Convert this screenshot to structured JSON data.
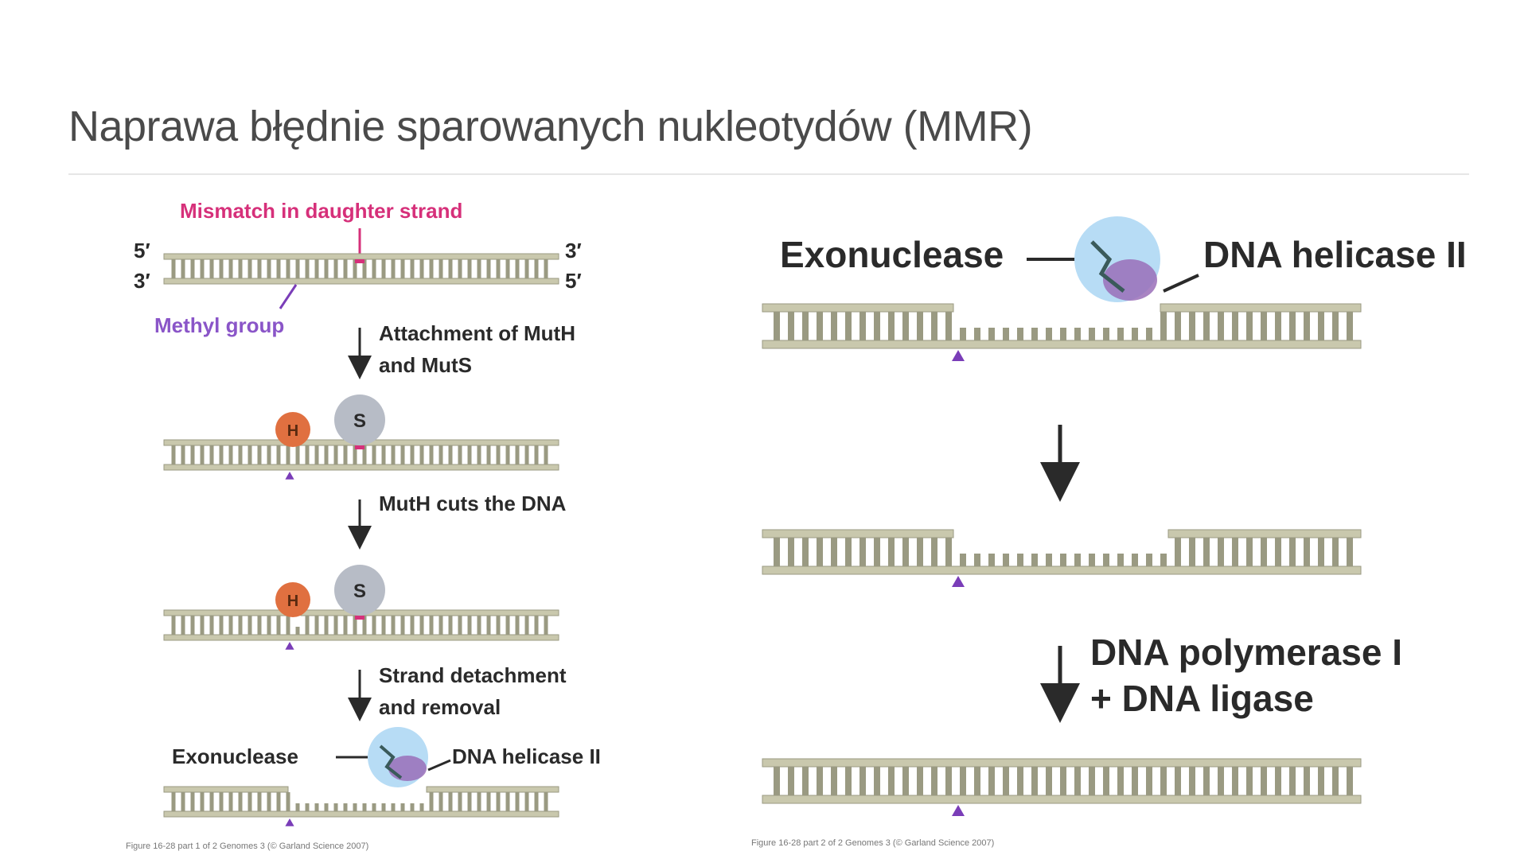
{
  "title": "Naprawa błędnie sparowanych nukleotydów (MMR)",
  "colors": {
    "strand": "#c9c8ad",
    "strand_edge": "#9a9a82",
    "mismatch": "#d6307a",
    "methyl": "#7a3db8",
    "muth": "#e07040",
    "muts": "#b7bcc6",
    "protein_bubble": "#b7dcf5",
    "text": "#2a2a2a"
  },
  "left": {
    "mismatch_label": "Mismatch in daughter strand",
    "methyl_label": "Methyl group",
    "five_prime": "5′",
    "three_prime": "3′",
    "step1_line1": "Attachment of MutH",
    "step1_line2": "and MutS",
    "muth_letter": "H",
    "muts_letter": "S",
    "step2": "MutH cuts the DNA",
    "step3_line1": "Strand detachment",
    "step3_line2": "and removal",
    "exonuclease": "Exonuclease",
    "helicase": "DNA helicase II",
    "caption": "Figure 16-28 part 1 of 2  Genomes 3 (© Garland Science 2007)"
  },
  "right": {
    "exonuclease": "Exonuclease",
    "helicase": "DNA helicase II",
    "step_line1": "DNA polymerase I",
    "step_line2": "+ DNA ligase",
    "caption": "Figure 16-28 part 2 of 2  Genomes 3 (© Garland Science 2007)"
  }
}
